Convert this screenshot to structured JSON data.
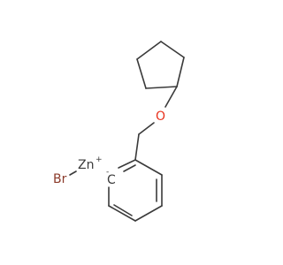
{
  "molecule": {
    "atoms": {
      "oxygen": "O",
      "bromine": "Br",
      "zinc": "Zn",
      "zinc_charge": "+",
      "carbanion": "C",
      "carbanion_charge": "-"
    },
    "colors": {
      "bond": "#3a3a3a",
      "oxygen": "#e8321e",
      "bromine": "#8b3a2a",
      "carbon": "#3a3a3a"
    }
  }
}
